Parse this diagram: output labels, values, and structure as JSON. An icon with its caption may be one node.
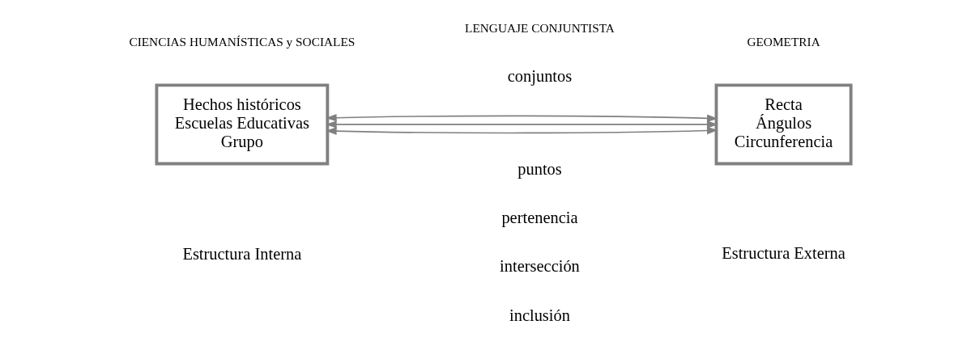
{
  "diagram": {
    "nodes": [
      {
        "text": [
          "Hechos históricos",
          "Escuelas Educativas",
          "Grupo"
        ]
      },
      {
        "text": [
          "Recta",
          "Ángulos",
          "Circunferencia"
        ]
      }
    ],
    "edges": [
      {
        "from": 0,
        "to": 1,
        "arrow": "both"
      },
      {
        "from": 0,
        "to": 1,
        "arrow": "both"
      },
      {
        "from": 0,
        "to": 1,
        "arrow": "both"
      }
    ],
    "labels": [
      "CIENCIAS HUMANÍSTICAS y SOCIALES",
      "LENGUAJE CONJUNTISTA",
      "GEOMETRIA",
      "conjuntos",
      "puntos",
      "pertenencia",
      "intersección",
      "inclusión",
      "Estructura Interna",
      "Estructura Externa"
    ]
  }
}
